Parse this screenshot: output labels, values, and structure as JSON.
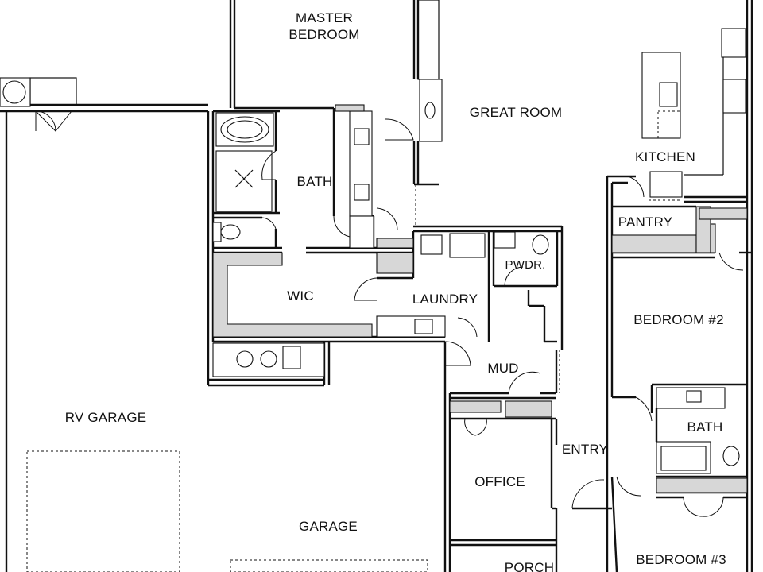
{
  "floor_plan": {
    "rooms": {
      "master_bedroom_line1": "MASTER",
      "master_bedroom_line2": "BEDROOM",
      "great_room": "GREAT ROOM",
      "kitchen": "KITCHEN",
      "master_bath": "BATH",
      "pantry": "PANTRY",
      "pwdr": "PWDR.",
      "wic": "WIC",
      "laundry": "LAUNDRY",
      "bedroom2": "BEDROOM #2",
      "mud": "MUD",
      "rv_garage": "RV GARAGE",
      "bath2": "BATH",
      "entry": "ENTRY",
      "office": "OFFICE",
      "garage": "GARAGE",
      "porch": "PORCH",
      "bedroom3": "BEDROOM #3"
    },
    "colors": {
      "line": "#111111",
      "counter_fill": "#d7d7d7",
      "background": "#ffffff"
    }
  }
}
